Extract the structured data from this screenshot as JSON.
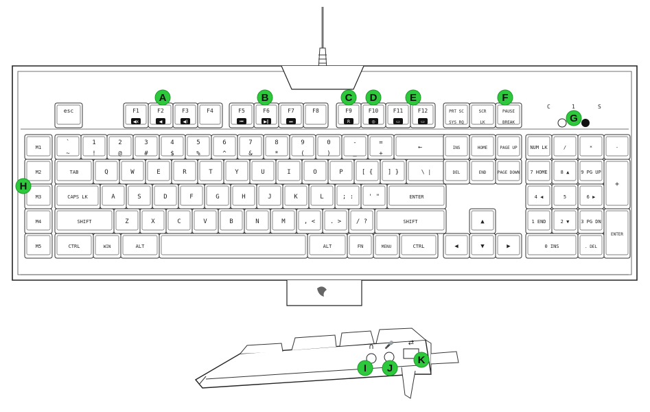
{
  "keys": {
    "esc": "esc",
    "macro": [
      "M1",
      "M2",
      "M3",
      "M4",
      "M5"
    ],
    "fn_row": [
      {
        "id": "f1",
        "label": "F1",
        "icon": "mute-icon",
        "glyph": "◀x"
      },
      {
        "id": "f2",
        "label": "F2",
        "icon": "volume-down-icon",
        "glyph": "◀"
      },
      {
        "id": "f3",
        "label": "F3",
        "icon": "volume-up-icon",
        "glyph": "◀)"
      },
      {
        "id": "f4",
        "label": "F4",
        "icon": "",
        "glyph": ""
      },
      {
        "id": "f5",
        "label": "F5",
        "icon": "previous-track-icon",
        "glyph": "⏮"
      },
      {
        "id": "f6",
        "label": "F6",
        "icon": "play-pause-icon",
        "glyph": "▶‖"
      },
      {
        "id": "f7",
        "label": "F7",
        "icon": "next-track-icon",
        "glyph": "⏭"
      },
      {
        "id": "f8",
        "label": "F8",
        "icon": "",
        "glyph": ""
      },
      {
        "id": "f9",
        "label": "F9",
        "icon": "macro-record-icon",
        "glyph": "R"
      },
      {
        "id": "f10",
        "label": "F10",
        "icon": "gaming-mode-icon",
        "glyph": "◎"
      },
      {
        "id": "f11",
        "label": "F11",
        "icon": "backlight-down-icon",
        "glyph": "▭"
      },
      {
        "id": "f12",
        "label": "F12",
        "icon": "backlight-up-icon",
        "glyph": "▭"
      }
    ],
    "sys_row": [
      {
        "id": "prtsc",
        "top": "PRT SC",
        "bottom": "SYS RQ"
      },
      {
        "id": "scrlk",
        "top": "SCR",
        "bottom": "LK"
      },
      {
        "id": "pause",
        "top": "PAUSE",
        "bottom": "BREAK"
      }
    ],
    "indicators": [
      "C",
      "1",
      "S"
    ],
    "row1": [
      {
        "top": "`",
        "bottom": "~"
      },
      {
        "top": "1",
        "bottom": "!"
      },
      {
        "top": "2",
        "bottom": "@"
      },
      {
        "top": "3",
        "bottom": "#"
      },
      {
        "top": "4",
        "bottom": "$"
      },
      {
        "top": "5",
        "bottom": "%"
      },
      {
        "top": "6",
        "bottom": "^"
      },
      {
        "top": "7",
        "bottom": "&"
      },
      {
        "top": "8",
        "bottom": "*"
      },
      {
        "top": "9",
        "bottom": "("
      },
      {
        "top": "0",
        "bottom": ")"
      },
      {
        "top": "-",
        "bottom": "_"
      },
      {
        "top": "=",
        "bottom": "+"
      },
      {
        "top": "←",
        "bottom": ""
      }
    ],
    "row2": [
      "TAB",
      "Q",
      "W",
      "E",
      "R",
      "T",
      "Y",
      "U",
      "I",
      "O",
      "P",
      "[ {",
      "] }",
      "\\ |"
    ],
    "row3": [
      "CAPS LK",
      "A",
      "S",
      "D",
      "F",
      "G",
      "H",
      "J",
      "K",
      "L",
      "; :",
      "' \"",
      "ENTER"
    ],
    "row4": [
      "SHIFT",
      "Z",
      "X",
      "C",
      "V",
      "B",
      "N",
      "M",
      ", <",
      ". >",
      "/ ?",
      "SHIFT"
    ],
    "row5": [
      "CTRL",
      "WIN",
      "ALT",
      "",
      "ALT",
      "FN",
      "MENU",
      "CTRL"
    ],
    "nav": [
      "INS",
      "HOME",
      "PAGE UP",
      "DEL",
      "END",
      "PAGE DOWN"
    ],
    "arrows": [
      "▲",
      "◀",
      "▼",
      "▶"
    ],
    "numpad": {
      "r1": [
        "NUM LK",
        "/",
        "*",
        "-"
      ],
      "r2": [
        "7 HOME",
        "8 ▲",
        "9 PG UP"
      ],
      "r3": [
        "4 ◀",
        "5",
        "6 ▶"
      ],
      "r4": [
        "1 END",
        "2 ▼",
        "3 PG DN"
      ],
      "r5": [
        "0 INS",
        ". DEL"
      ],
      "plus": "+",
      "enter": "ENTER"
    }
  },
  "callouts": [
    "A",
    "B",
    "C",
    "D",
    "E",
    "F",
    "G",
    "H",
    "I",
    "J",
    "K"
  ],
  "colors": {
    "callout": "#2ec83c",
    "outline": "#333333",
    "cable": "#888888"
  },
  "side_icons": [
    "headphone-icon",
    "microphone-icon",
    "usb-icon"
  ],
  "logo": "razer-logo"
}
